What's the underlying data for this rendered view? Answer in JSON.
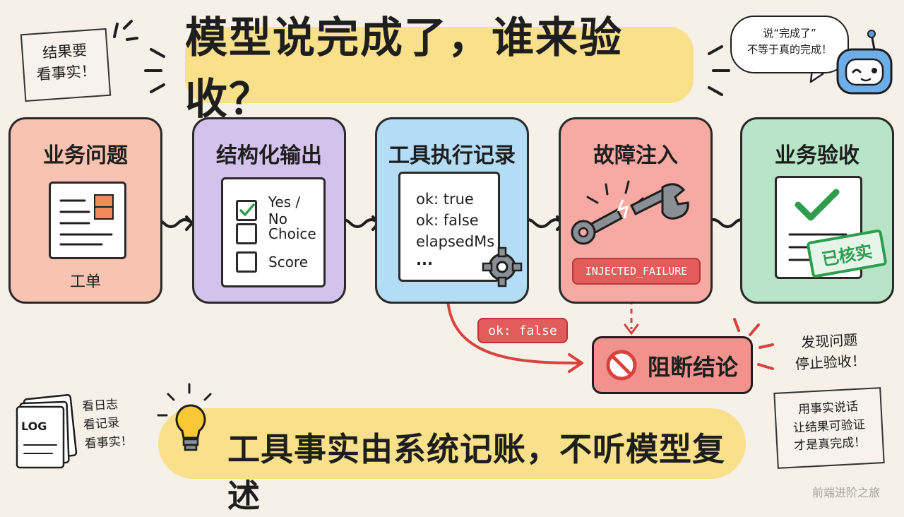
{
  "title": "模型说完成了，谁来验收？",
  "notes": {
    "top_left": [
      "结果要",
      "看事实！"
    ],
    "robot_bubble": [
      "说“完成了”",
      "不等于真的完成！"
    ],
    "log_side": [
      "看日志",
      "看记录",
      "看事实！"
    ],
    "bottom_right": [
      "用事实说话",
      "让结果可验证",
      "才是真完成！"
    ],
    "right_found": [
      "发现问题",
      "停止验收！"
    ]
  },
  "stages": [
    {
      "title": "业务问题",
      "doc_label": "工单"
    },
    {
      "title": "结构化输出",
      "options": [
        "Yes / No",
        "Choice",
        "Score"
      ]
    },
    {
      "title": "工具执行记录",
      "records": [
        "ok: true",
        "ok: false",
        "elapsedMs",
        "..."
      ]
    },
    {
      "title": "故障注入",
      "badge": "INJECTED_FAILURE"
    },
    {
      "title": "业务验收",
      "stamp": "已核实"
    }
  ],
  "failure_branch": {
    "label": "ok: false",
    "block": "阻断结论"
  },
  "log_stack_label": "LOG",
  "bottom_banner": "工具事实由系统记账，不听模型复述",
  "watermark": "前端进阶之旅",
  "colors": {
    "stage1": "#f8c3b0",
    "stage2": "#d2c2ec",
    "stage3": "#b4dcf5",
    "stage4": "#f7a9a3",
    "stage5": "#b8e4c8",
    "banner": "#f9e08a",
    "alert": "#e45b5b",
    "check": "#2e9e4e"
  }
}
